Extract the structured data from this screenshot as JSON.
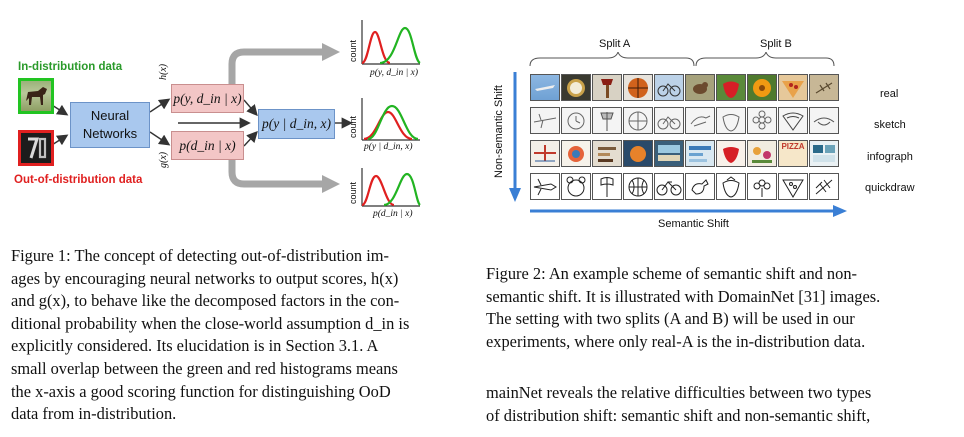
{
  "figure1": {
    "in_dist_label": "In-distribution data",
    "ood_label": "Out-of-distribution data",
    "nn_line1": "Neural",
    "nn_line2": "Networks",
    "h_label": "h(x)",
    "g_label": "g(x)",
    "box_joint": "p(y, d_in | x)",
    "box_din": "p(d_in | x)",
    "box_cond": "p(y | d_in, x)",
    "count_label": "count",
    "plot1_label": "p(y, d_in | x)",
    "plot2_label": "p(y | d_in, x)",
    "plot3_label": "p(d_in | x)",
    "colors": {
      "green": "#22b422",
      "red": "#e02020",
      "blue_box": "#a9c8ee",
      "pink_box": "#f3c6c6",
      "arrow_gray": "#a6a6a6"
    }
  },
  "figure1_caption": [
    "Figure 1: The concept of detecting out-of-distribution im-",
    "ages by encouraging neural networks to output scores, h(x)",
    "and g(x), to behave like the decomposed factors in the con-",
    "ditional probability when the close-world assumption d_in is",
    "explicitly considered. Its elucidation is in Section 3.1. A",
    "small overlap between the green and red histograms means",
    "the x-axis a good scoring function for distinguishing OoD",
    "data from in-distribution."
  ],
  "figure2": {
    "split_a": "Split A",
    "split_b": "Split B",
    "y_axis_label": "Non-semantic Shift",
    "x_axis_label": "Semantic Shift",
    "domains": [
      "real",
      "sketch",
      "infograph",
      "quickdraw"
    ],
    "categories": [
      "airplane",
      "alarm-clock",
      "axe",
      "basketball",
      "bicycle",
      "bird",
      "strawberry",
      "flower",
      "pizza",
      "mosquito"
    ],
    "infograph_text": "PIZZA",
    "colors": {
      "axis_blue": "#3a7fd5"
    }
  },
  "figure2_caption": [
    "Figure 2: An example scheme of semantic shift and non-",
    "semantic shift. It is illustrated with DomainNet [31] images.",
    "The setting with two splits (A and B) will be used in our",
    "experiments, where only real-A is the in-distribution data."
  ],
  "body_text": [
    "mainNet reveals the relative difficulties between two types",
    "of distribution shift: semantic shift and non-semantic shift,"
  ]
}
